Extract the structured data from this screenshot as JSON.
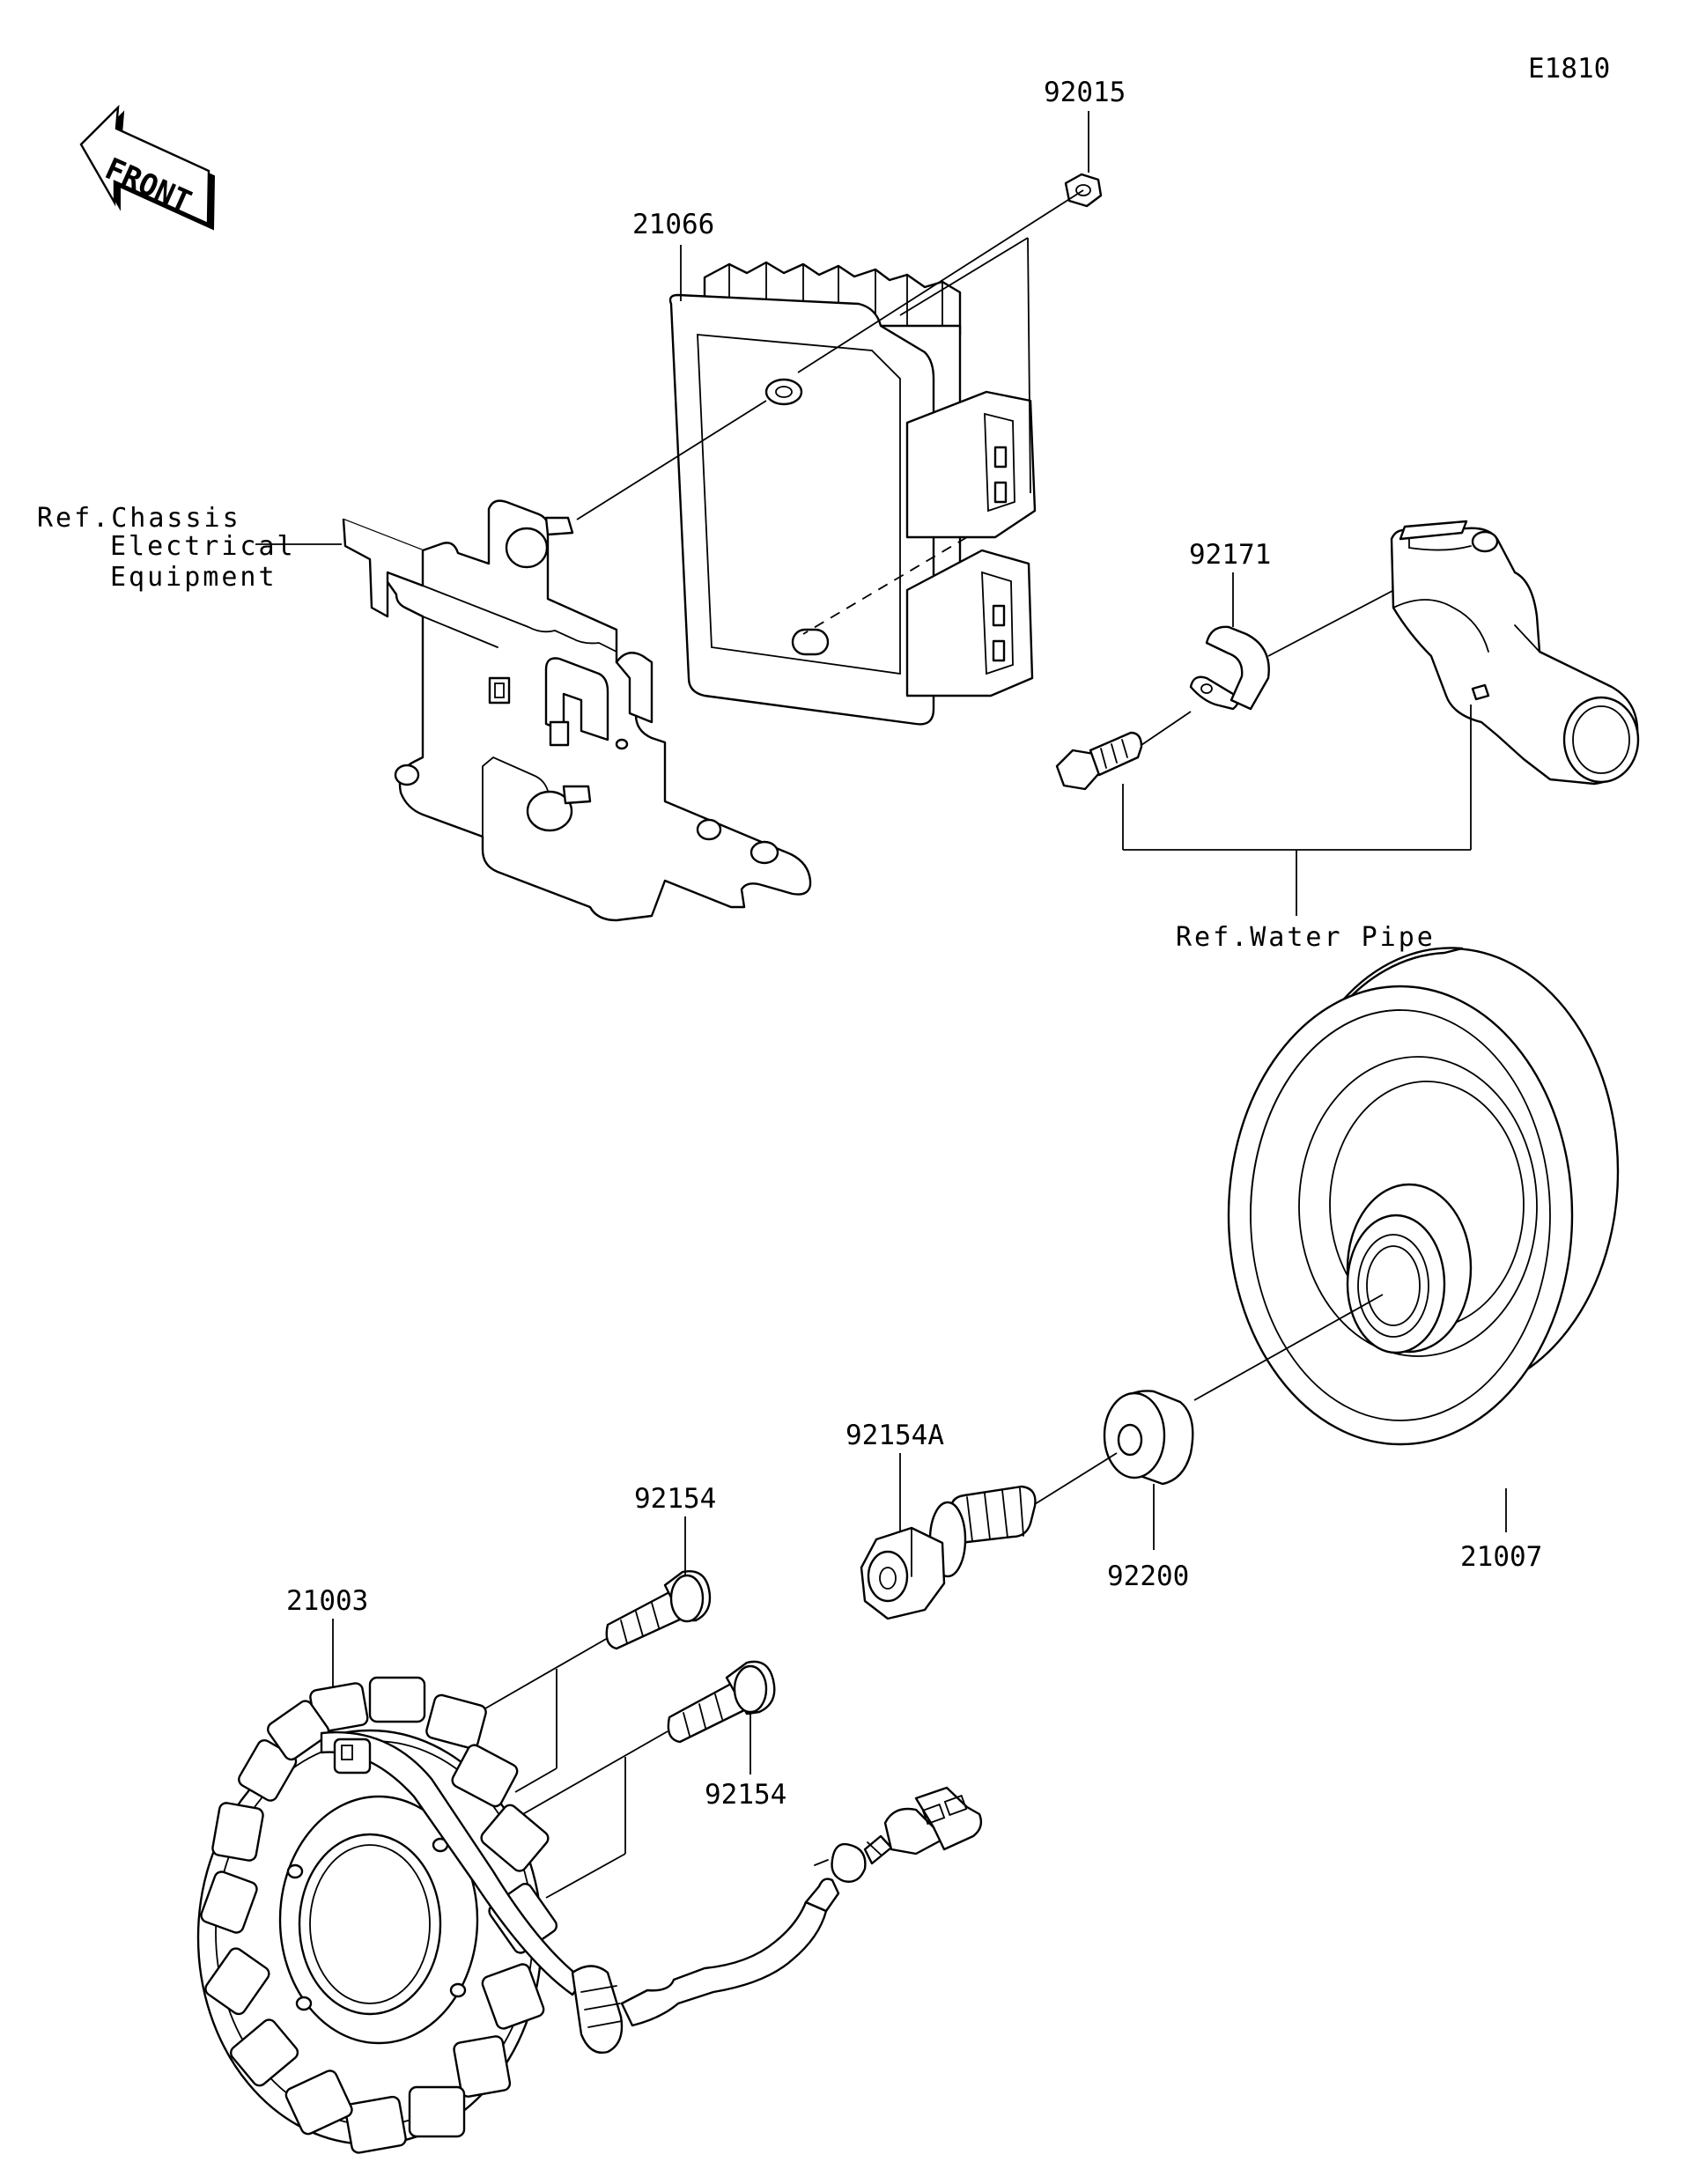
{
  "diagram": {
    "code": "E1810",
    "front_label": "FRONT",
    "refs": {
      "chassis_line1": "Ref.Chassis",
      "chassis_line2": "Electrical",
      "chassis_line3": "Equipment",
      "water_pipe": "Ref.Water Pipe"
    },
    "parts": [
      {
        "id": "p92015",
        "number": "92015"
      },
      {
        "id": "p21066",
        "number": "21066"
      },
      {
        "id": "p92171",
        "number": "92171"
      },
      {
        "id": "p92154A",
        "number": "92154A"
      },
      {
        "id": "p92154_top",
        "number": "92154"
      },
      {
        "id": "p92154_bottom",
        "number": "92154"
      },
      {
        "id": "p21003",
        "number": "21003"
      },
      {
        "id": "p92200",
        "number": "92200"
      },
      {
        "id": "p21007",
        "number": "21007"
      }
    ]
  }
}
